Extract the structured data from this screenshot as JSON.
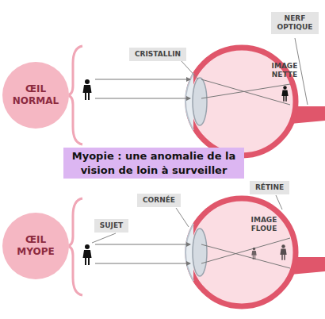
{
  "diagram": {
    "title": "Myopie : une anomalie de la vision de loin à surveiller",
    "nodes": [
      {
        "text": [
          "NERF OPTIQUE"
        ]
      },
      {
        "text": [
          "CRISTALLIN"
        ]
      },
      {
        "text": [
          "ŒIL NORMAL"
        ]
      },
      {
        "text": [
          "CORNÉE"
        ]
      },
      {
        "text": [
          "RÉTINE"
        ]
      },
      {
        "text": [
          "SUJET"
        ]
      },
      {
        "text": [
          "ŒIL MYOPE"
        ]
      }
    ],
    "labels": [
      "IMAGE NETTE",
      "IMAGE FLOUE"
    ]
  }
}
